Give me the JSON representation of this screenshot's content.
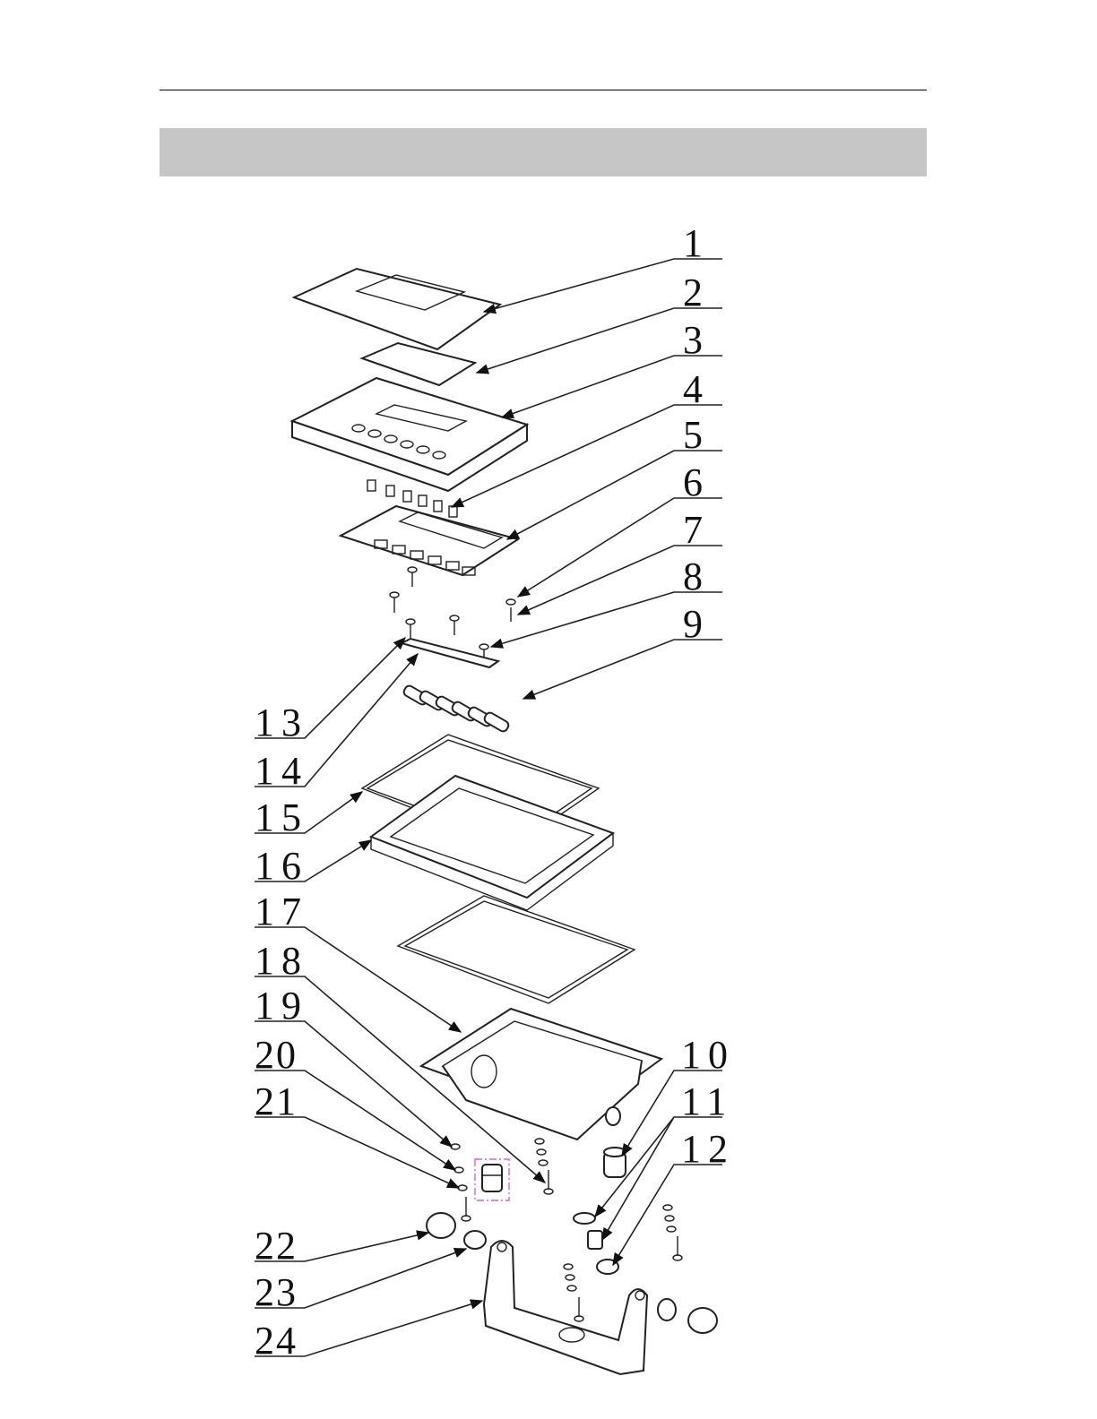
{
  "callouts": [
    {
      "label": "1"
    },
    {
      "label": "2"
    },
    {
      "label": "3"
    },
    {
      "label": "4"
    },
    {
      "label": "5"
    },
    {
      "label": "6"
    },
    {
      "label": "7"
    },
    {
      "label": "8"
    },
    {
      "label": "9"
    },
    {
      "label": "10"
    },
    {
      "label": "11"
    },
    {
      "label": "12"
    },
    {
      "label": "13"
    },
    {
      "label": "14"
    },
    {
      "label": "15"
    },
    {
      "label": "16"
    },
    {
      "label": "17"
    },
    {
      "label": "18"
    },
    {
      "label": "19"
    },
    {
      "label": "20"
    },
    {
      "label": "21"
    },
    {
      "label": "22"
    },
    {
      "label": "23"
    },
    {
      "label": "24"
    }
  ],
  "colors": {
    "banner": "#c6c6c6",
    "line": "#222222",
    "highlight": "#e060c0"
  }
}
